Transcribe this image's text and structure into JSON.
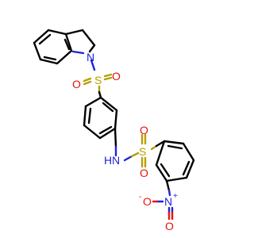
{
  "molecule": {
    "atoms": {
      "n_indoline": "N",
      "s_top": "S",
      "o_top_left": "O",
      "o_top_right": "O",
      "nh": "N",
      "nh_h": "H",
      "s_bottom": "S",
      "o_bottom_top": "O",
      "o_bottom_bottom": "O",
      "n_nitro": "N",
      "n_nitro_charge": "+",
      "o_nitro_left": "O",
      "o_nitro_left_charge": "-",
      "o_nitro_bottom": "O"
    },
    "colors": {
      "bond": "#000000",
      "nitrogen": "#1f23d8",
      "oxygen": "#e8120b",
      "sulfur": "#b5a000"
    }
  }
}
